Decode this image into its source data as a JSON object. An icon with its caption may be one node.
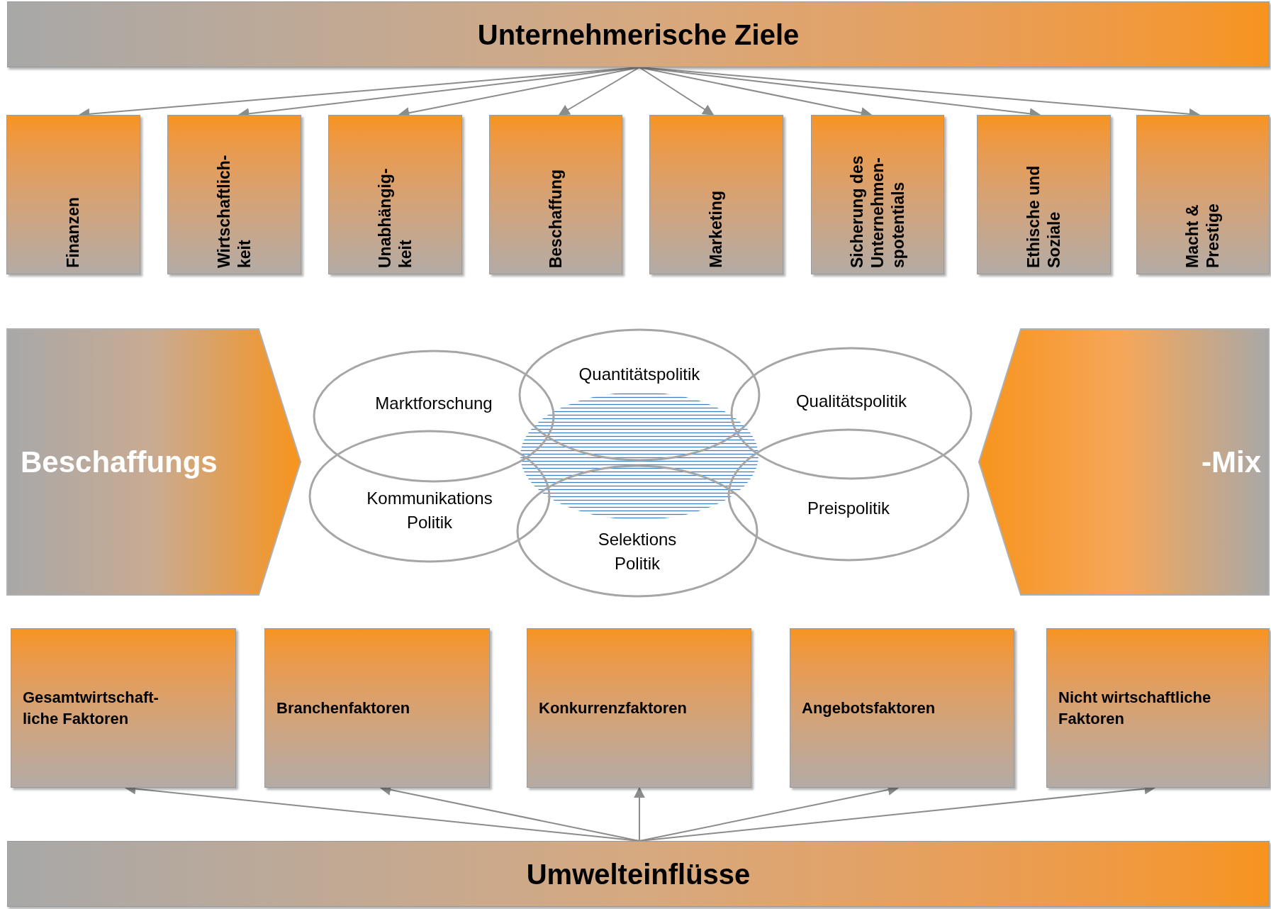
{
  "diagram": {
    "nodes": [
      {
        "text": [
          "Unternehmerische Ziele"
        ]
      },
      {
        "text": [
          "Finanzen"
        ]
      },
      {
        "text": [
          "Wirtschaftlich- keit"
        ]
      },
      {
        "text": [
          "Unabhängig- keit"
        ]
      },
      {
        "text": [
          "Beschaffung"
        ]
      },
      {
        "text": [
          "Marketing"
        ]
      },
      {
        "text": [
          "Sicherung des Unternehmen- spotentials"
        ]
      },
      {
        "text": [
          "Ethische und Soziale"
        ]
      },
      {
        "text": [
          "Macht & Prestige"
        ]
      },
      {
        "text": [
          "Beschaffungs"
        ]
      },
      {
        "text": [
          "Marktforschung"
        ]
      },
      {
        "text": [
          "Quantitätspolitik"
        ]
      },
      {
        "text": [
          "Qualitätspolitik"
        ]
      },
      {
        "text": [
          "Kommunikations Politik"
        ]
      },
      {
        "text": [
          "Selektions Politik"
        ]
      },
      {
        "text": [
          "Preispolitik"
        ]
      },
      {
        "text": [
          "-Mix"
        ]
      },
      {
        "text": [
          "Gesamtwirtschaft- liche Faktoren"
        ]
      },
      {
        "text": [
          "Branchenfaktoren"
        ]
      },
      {
        "text": [
          "Konkurrenzfaktoren"
        ]
      },
      {
        "text": [
          "Angebotsfaktoren"
        ]
      },
      {
        "text": [
          "Nicht wirtschaftliche Faktoren"
        ]
      },
      {
        "text": [
          "Umwelteinflüsse"
        ]
      },
      {
        "text": [],
        "shape": "ellipse"
      }
    ],
    "edges": [
      {
        "from": 0,
        "to": 1,
        "arrow": "to"
      },
      {
        "from": 0,
        "to": 2,
        "arrow": "to"
      },
      {
        "from": 0,
        "to": 3,
        "arrow": "to"
      },
      {
        "from": 0,
        "to": 4,
        "arrow": "to"
      },
      {
        "from": 0,
        "to": 5,
        "arrow": "to"
      },
      {
        "from": 0,
        "to": 6,
        "arrow": "to"
      },
      {
        "from": 0,
        "to": 7,
        "arrow": "to"
      },
      {
        "from": 0,
        "to": 8,
        "arrow": "to"
      },
      {
        "from": 22,
        "to": 17,
        "arrow": "to"
      },
      {
        "from": 22,
        "to": 18,
        "arrow": "to"
      },
      {
        "from": 22,
        "to": 19,
        "arrow": "to"
      },
      {
        "from": 22,
        "to": 20,
        "arrow": "to"
      },
      {
        "from": 22,
        "to": 21,
        "arrow": "to"
      }
    ]
  }
}
